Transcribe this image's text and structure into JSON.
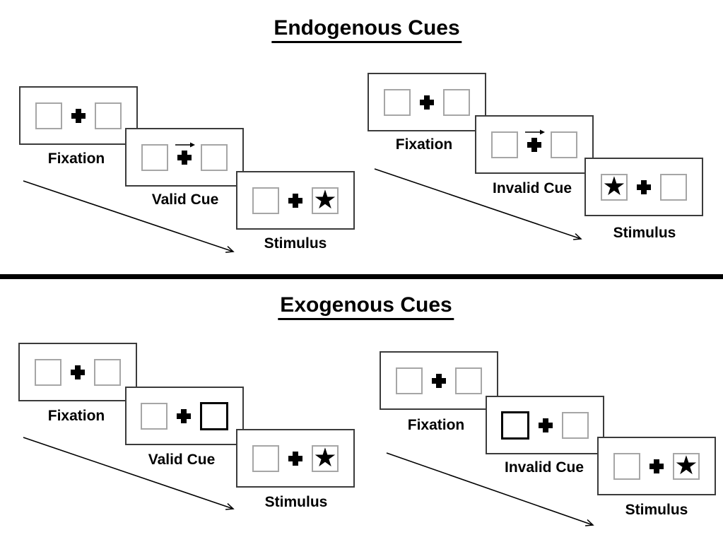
{
  "page": {
    "background": "#ffffff"
  },
  "colors": {
    "ink": "#000000",
    "panel_border": "#3b3b3b",
    "box_border": "#a6a6a6"
  },
  "icons": {
    "star": "★",
    "fixation_cross": "plus-cross",
    "central_cue": "right-arrow"
  },
  "sections": [
    {
      "title": "Endogenous Cues",
      "sequences": [
        {
          "type": "valid",
          "panels": [
            {
              "label": "Fixation",
              "left_box": "empty",
              "center": "fixation-cross",
              "right_box": "empty"
            },
            {
              "label": "Valid Cue",
              "left_box": "empty",
              "center": "fixation-cross with right-arrow above",
              "right_box": "empty"
            },
            {
              "label": "Stimulus",
              "left_box": "empty",
              "center": "fixation-cross",
              "right_box": "star-target"
            }
          ]
        },
        {
          "type": "invalid",
          "panels": [
            {
              "label": "Fixation",
              "left_box": "empty",
              "center": "fixation-cross",
              "right_box": "empty"
            },
            {
              "label": "Invalid Cue",
              "left_box": "empty",
              "center": "fixation-cross with right-arrow above",
              "right_box": "empty"
            },
            {
              "label": "Stimulus",
              "left_box": "star-target",
              "center": "fixation-cross",
              "right_box": "empty"
            }
          ]
        }
      ]
    },
    {
      "title": "Exogenous Cues",
      "sequences": [
        {
          "type": "valid",
          "panels": [
            {
              "label": "Fixation",
              "left_box": "empty",
              "center": "fixation-cross",
              "right_box": "empty"
            },
            {
              "label": "Valid Cue",
              "left_box": "empty",
              "center": "fixation-cross",
              "right_box": "bold-cue-box"
            },
            {
              "label": "Stimulus",
              "left_box": "empty",
              "center": "fixation-cross",
              "right_box": "star-target"
            }
          ]
        },
        {
          "type": "invalid",
          "panels": [
            {
              "label": "Fixation",
              "left_box": "empty",
              "center": "fixation-cross",
              "right_box": "empty"
            },
            {
              "label": "Invalid Cue",
              "left_box": "bold-cue-box",
              "center": "fixation-cross",
              "right_box": "empty"
            },
            {
              "label": "Stimulus",
              "left_box": "empty",
              "center": "fixation-cross",
              "right_box": "star-target"
            }
          ]
        }
      ]
    }
  ]
}
